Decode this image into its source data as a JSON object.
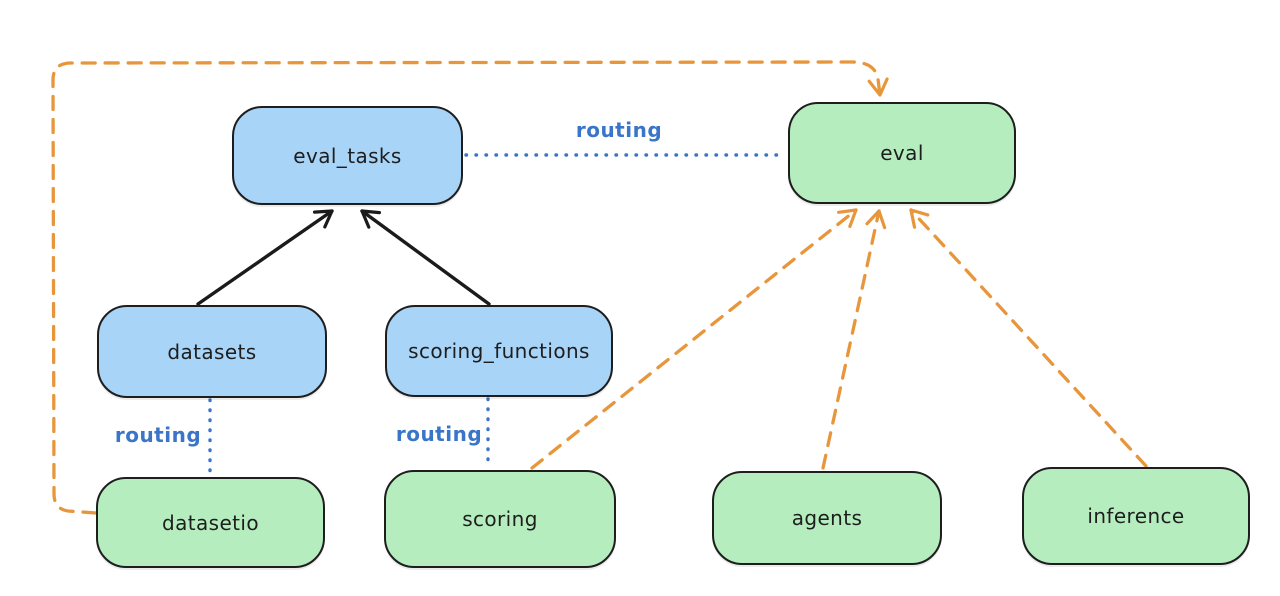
{
  "diagram": {
    "type": "flowchart",
    "colors": {
      "node_stroke": "#1e1e1e",
      "node_text": "#1e1e1e",
      "blue_fill": "#a8d4f8",
      "green_fill": "#b5edbe",
      "routing_blue": "#3b75c8",
      "orange": "#e8963c",
      "arrow_black": "#1b1b1b",
      "bg": "#ffffff"
    },
    "nodes": {
      "eval_tasks": {
        "label": "eval_tasks",
        "fill": "blue"
      },
      "eval": {
        "label": "eval",
        "fill": "green"
      },
      "datasets": {
        "label": "datasets",
        "fill": "blue"
      },
      "scoring_functions": {
        "label": "scoring_functions",
        "fill": "blue"
      },
      "datasetio": {
        "label": "datasetio",
        "fill": "green"
      },
      "scoring": {
        "label": "scoring",
        "fill": "green"
      },
      "agents": {
        "label": "agents",
        "fill": "green"
      },
      "inference": {
        "label": "inference",
        "fill": "green"
      }
    },
    "edge_labels": {
      "eval_tasks_to_eval": {
        "text": "routing"
      },
      "datasets_to_datasetio": {
        "text": "routing"
      },
      "scoring_functions_to_scoring": {
        "text": "routing"
      }
    },
    "edges": [
      {
        "from": "datasets",
        "to": "eval_tasks",
        "style": "solid",
        "color": "#1b1b1b",
        "arrowhead": "end"
      },
      {
        "from": "scoring_functions",
        "to": "eval_tasks",
        "style": "solid",
        "color": "#1b1b1b",
        "arrowhead": "end"
      },
      {
        "from": "eval_tasks",
        "to": "eval",
        "style": "dotted",
        "color": "#3b75c8",
        "arrowhead": "none",
        "label": "routing"
      },
      {
        "from": "datasets",
        "to": "datasetio",
        "style": "dotted",
        "color": "#3b75c8",
        "arrowhead": "none",
        "label": "routing"
      },
      {
        "from": "scoring_functions",
        "to": "scoring",
        "style": "dotted",
        "color": "#3b75c8",
        "arrowhead": "none",
        "label": "routing"
      },
      {
        "from": "datasetio",
        "to": "eval",
        "style": "dashed",
        "color": "#e8963c",
        "arrowhead": "end",
        "route": "left-edge-up-and-over-top"
      },
      {
        "from": "scoring",
        "to": "eval",
        "style": "dashed",
        "color": "#e8963c",
        "arrowhead": "end"
      },
      {
        "from": "agents",
        "to": "eval",
        "style": "dashed",
        "color": "#e8963c",
        "arrowhead": "end"
      },
      {
        "from": "inference",
        "to": "eval",
        "style": "dashed",
        "color": "#e8963c",
        "arrowhead": "end"
      }
    ]
  }
}
